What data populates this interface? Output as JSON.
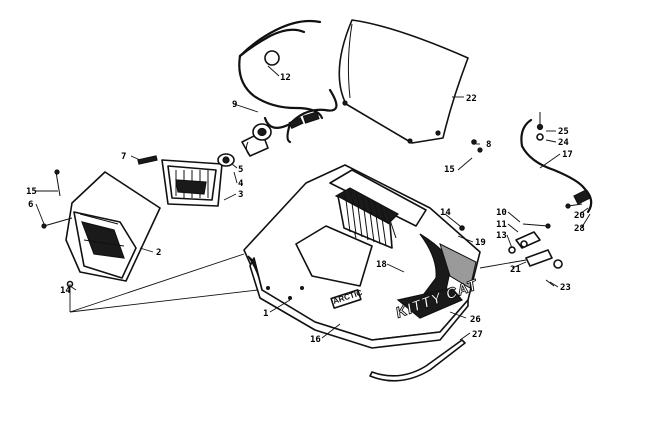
{
  "diagram": {
    "decal_text": "KITTY CAT",
    "badge_text": "ARCTIC",
    "callouts": [
      {
        "id": "c1",
        "label": "1"
      },
      {
        "id": "c2",
        "label": "2"
      },
      {
        "id": "c3",
        "label": "3"
      },
      {
        "id": "c4",
        "label": "4"
      },
      {
        "id": "c5",
        "label": "5"
      },
      {
        "id": "c6",
        "label": "6"
      },
      {
        "id": "c7",
        "label": "7"
      },
      {
        "id": "c8",
        "label": "8"
      },
      {
        "id": "c9",
        "label": "9"
      },
      {
        "id": "c10",
        "label": "10"
      },
      {
        "id": "c11",
        "label": "11"
      },
      {
        "id": "c12",
        "label": "12"
      },
      {
        "id": "c13",
        "label": "13"
      },
      {
        "id": "c14a",
        "label": "14"
      },
      {
        "id": "c14b",
        "label": "14"
      },
      {
        "id": "c15a",
        "label": "15"
      },
      {
        "id": "c15b",
        "label": "15"
      },
      {
        "id": "c16",
        "label": "16"
      },
      {
        "id": "c17",
        "label": "17"
      },
      {
        "id": "c18",
        "label": "18"
      },
      {
        "id": "c19",
        "label": "19"
      },
      {
        "id": "c20",
        "label": "20"
      },
      {
        "id": "c21",
        "label": "21"
      },
      {
        "id": "c22",
        "label": "22"
      },
      {
        "id": "c23",
        "label": "23"
      },
      {
        "id": "c24",
        "label": "24"
      },
      {
        "id": "c25",
        "label": "25"
      },
      {
        "id": "c26",
        "label": "26"
      },
      {
        "id": "c27",
        "label": "27"
      },
      {
        "id": "c28",
        "label": "28"
      }
    ]
  }
}
